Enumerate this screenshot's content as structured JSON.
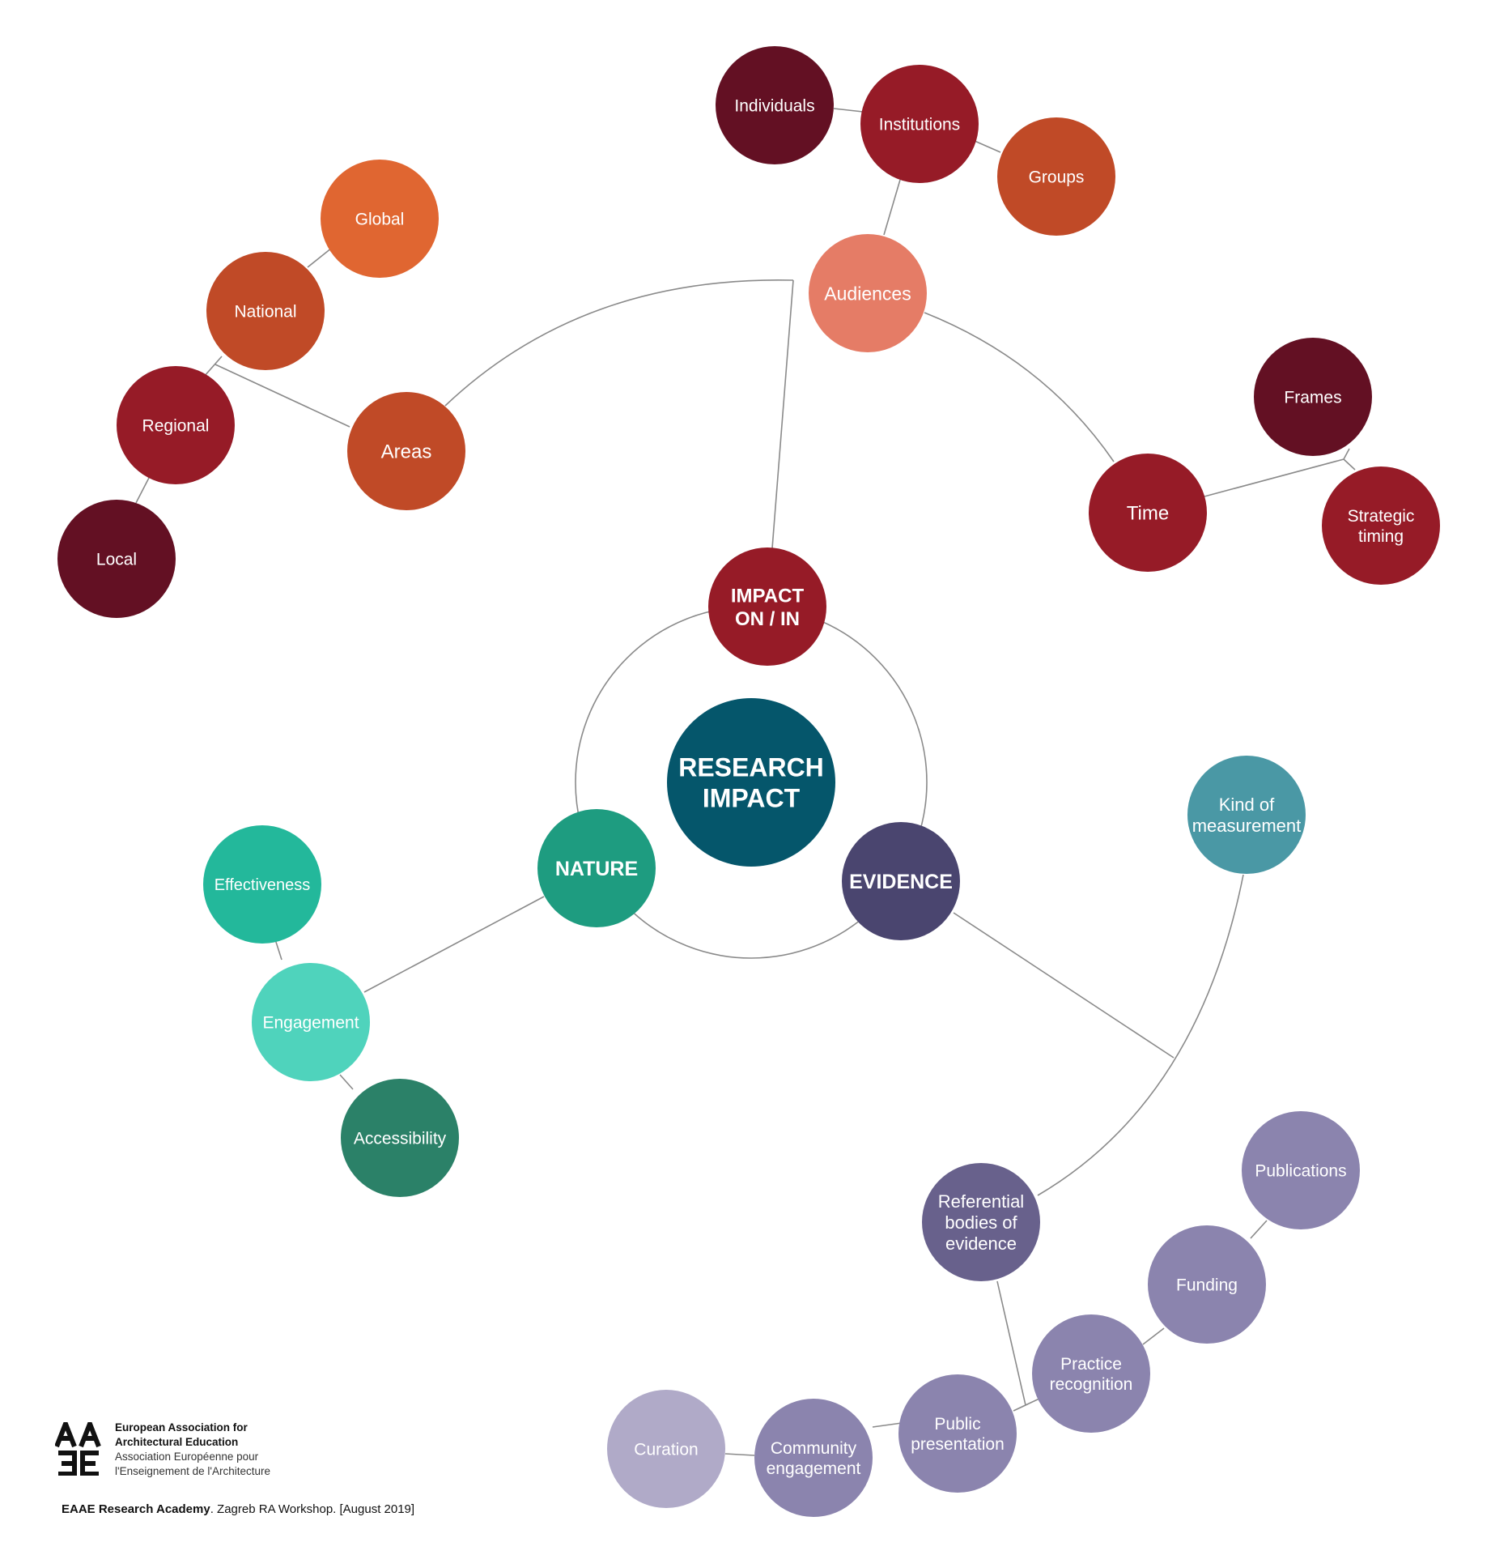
{
  "diagram": {
    "center": "RESEARCH\nIMPACT",
    "nodes": {
      "impact_on_in": "IMPACT\nON / IN",
      "nature": "NATURE",
      "evidence": "EVIDENCE",
      "audiences": "Audiences",
      "individuals": "Individuals",
      "institutions": "Institutions",
      "groups": "Groups",
      "areas": "Areas",
      "global": "Global",
      "national": "National",
      "regional": "Regional",
      "local": "Local",
      "time": "Time",
      "frames": "Frames",
      "strategic_timing": "Strategic\ntiming",
      "effectiveness": "Effectiveness",
      "engagement": "Engagement",
      "accessibility": "Accessibility",
      "kind_of_measurement": "Kind of\nmeasurement",
      "referential_bodies": "Referential\nbodies of\nevidence",
      "publications": "Publications",
      "funding": "Funding",
      "practice_recognition": "Practice\nrecognition",
      "public_presentation": "Public\npresentation",
      "community_engagement": "Community\nengagement",
      "curation": "Curation"
    },
    "colors": {
      "center": "#05566b",
      "deep_maroon": "#631023",
      "crimson": "#961b27",
      "rust": "#c04a27",
      "orange": "#e06631",
      "salmon": "#e57c66",
      "teal_green": "#1e9c80",
      "teal_light": "#23b89b",
      "aqua": "#4fd3bc",
      "dark_green": "#2b8168",
      "indigo": "#4a456f",
      "steel_teal": "#4a98a5",
      "slate_purple": "#68618c",
      "lavender": "#8b84ae",
      "lavender_light": "#b0aac8"
    }
  },
  "logo": {
    "name_line1": "European Association for",
    "name_line2": "Architectural Education",
    "fr_line1": "Association Européenne pour",
    "fr_line2": "l'Enseignement de l'Architecture"
  },
  "footer": {
    "bold": "EAAE Research Academy",
    "rest": ". Zagreb RA Workshop. [August 2019]"
  }
}
